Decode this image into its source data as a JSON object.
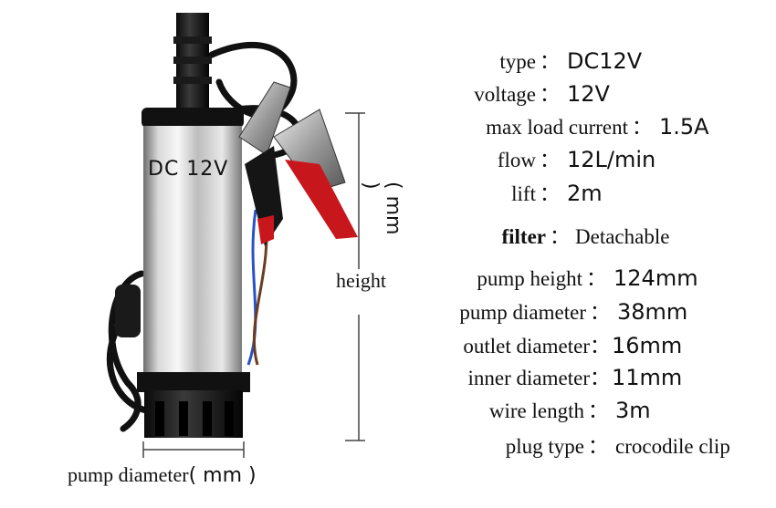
{
  "product": {
    "body_print": "DC 12V"
  },
  "dimensions": {
    "height_label": "height",
    "height_unit": "( mm )",
    "diameter_label": "pump diameter",
    "diameter_unit": "( mm )"
  },
  "specs": [
    {
      "label": "type",
      "value": "DC12V"
    },
    {
      "label": "voltage",
      "value": "12V"
    },
    {
      "label": "max load current",
      "value": "1.5A"
    },
    {
      "label": "flow",
      "value": "12L/min"
    },
    {
      "label": "lift",
      "value": "2m"
    },
    {
      "label": "filter",
      "value": "Detachable"
    },
    {
      "label": "pump height",
      "value": "124mm"
    },
    {
      "label": "pump diameter",
      "value": "38mm"
    },
    {
      "label": "outlet diameter",
      "value": "16mm"
    },
    {
      "label": "inner diameter",
      "value": "11mm"
    },
    {
      "label": "wire length",
      "value": "3m"
    },
    {
      "label": "plug type",
      "value": "crocodile clip"
    }
  ],
  "colon": "："
}
